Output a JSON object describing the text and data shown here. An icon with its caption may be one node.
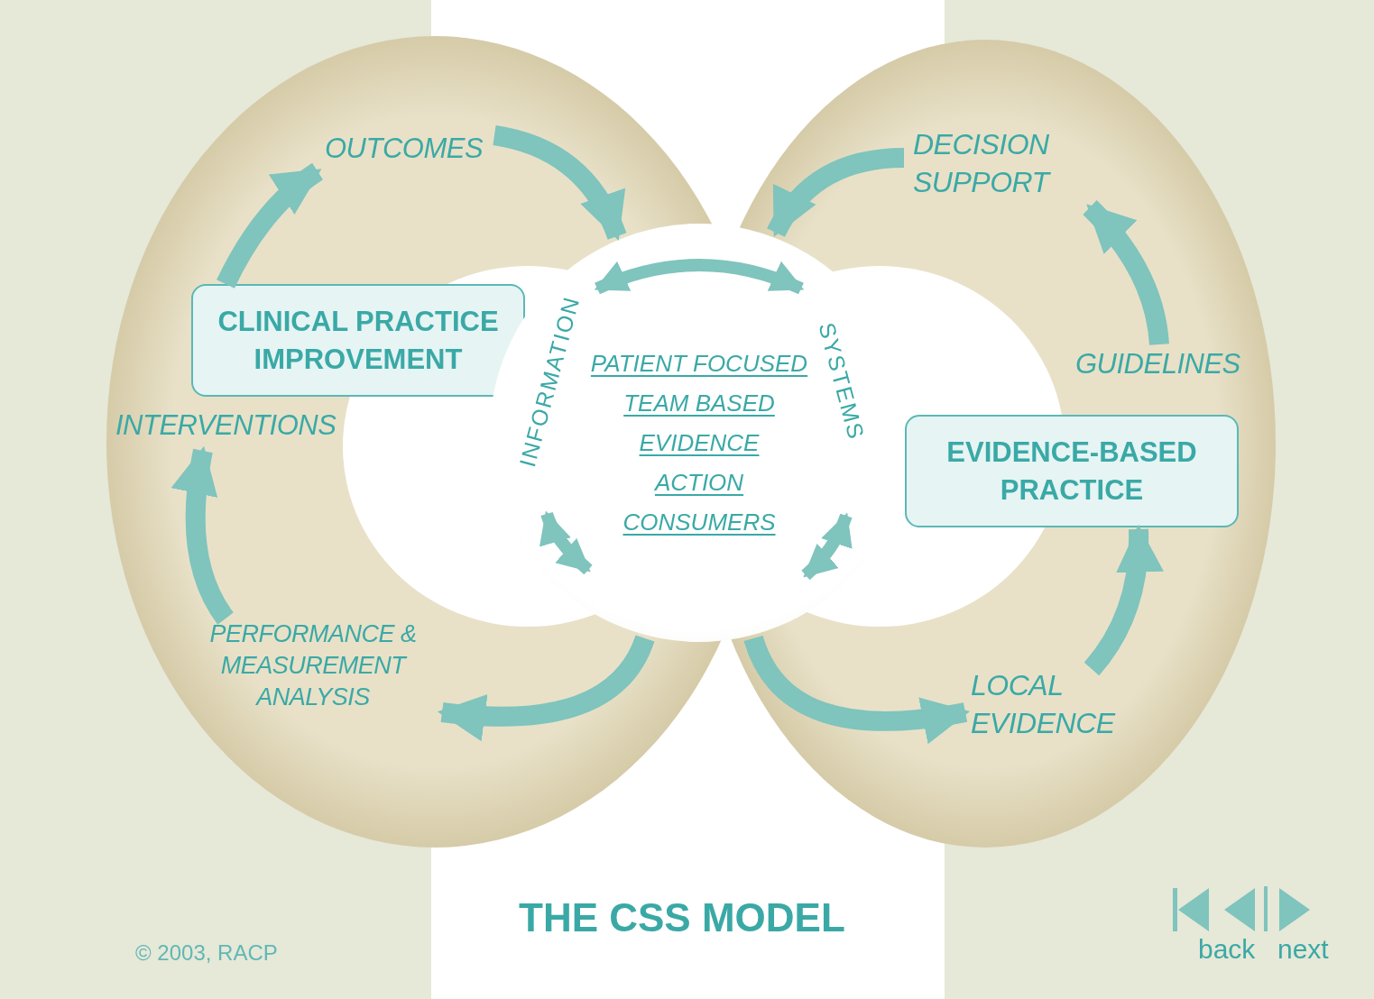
{
  "diagram": {
    "title": "THE CSS MODEL",
    "nodes": [
      {
        "text": [
          "CLINICAL PRACTICE IMPROVEMENT"
        ]
      },
      {
        "text": [
          "OUTCOMES"
        ]
      },
      {
        "text": [
          "INTERVENTIONS"
        ]
      },
      {
        "text": [
          "PERFORMANCE & MEASUREMENT ANALYSIS"
        ]
      },
      {
        "text": [
          "PATIENT FOCUSED",
          "TEAM BASED",
          "EVIDENCE",
          "ACTION",
          "CONSUMERS"
        ]
      },
      {
        "text": [
          "INFORMATION"
        ],
        "in": 4
      },
      {
        "text": [
          "SYSTEMS"
        ],
        "in": 4
      },
      {
        "text": [
          "DECISION SUPPORT"
        ]
      },
      {
        "text": [
          "GUIDELINES"
        ]
      },
      {
        "text": [
          "EVIDENCE-BASED PRACTICE"
        ]
      },
      {
        "text": [
          "LOCAL EVIDENCE"
        ]
      }
    ],
    "edges": [
      {
        "from": 1,
        "to": 4,
        "arrow": "to"
      },
      {
        "from": 4,
        "to": 3,
        "arrow": "to"
      },
      {
        "from": 3,
        "to": 2,
        "arrow": "to"
      },
      {
        "from": 0,
        "to": 1,
        "arrow": "to"
      },
      {
        "from": 7,
        "to": 4,
        "arrow": "to"
      },
      {
        "from": 4,
        "to": 10,
        "arrow": "to"
      },
      {
        "from": 10,
        "to": 9,
        "arrow": "to"
      },
      {
        "from": 8,
        "to": 7,
        "arrow": "to"
      },
      {
        "from": 5,
        "to": 6,
        "arrow": "both"
      }
    ],
    "labels": [
      "© 2003, RACP",
      "back",
      "next"
    ]
  }
}
